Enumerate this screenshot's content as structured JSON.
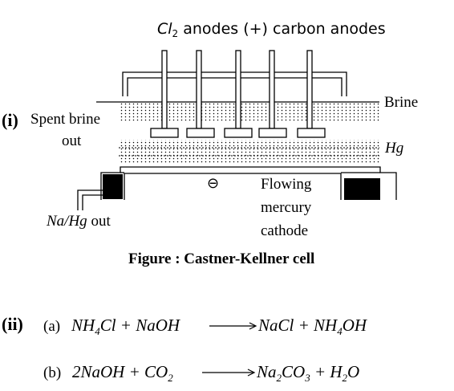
{
  "diagram": {
    "top_label_cl": "Cl",
    "top_label_cl_sub": "2",
    "top_label_rest": " anodes (+) carbon anodes",
    "part_i": "(i)",
    "spent_line1": "Spent brine",
    "spent_line2": "out",
    "brine": "Brine",
    "hg": "Hg",
    "minus_symbol": "⊖",
    "flowing_line1": "Flowing",
    "flowing_line2": "mercury",
    "flowing_line3": "cathode",
    "nahg": "Na/Hg",
    "nahg_out": " out",
    "caption": "Figure : Castner-Kellner cell"
  },
  "equations": {
    "part_ii": "(ii)",
    "a_label": "(a)",
    "a_lhs_1": "NH",
    "a_lhs_1_sub": "4",
    "a_lhs_2": "Cl + NaOH",
    "a_rhs_1": "NaCl + NH",
    "a_rhs_1_sub": "4",
    "a_rhs_2": "OH",
    "b_label": "(b)",
    "b_lhs_1": "2NaOH + CO",
    "b_lhs_1_sub": "2",
    "b_rhs_1": "Na",
    "b_rhs_1_sub": "2",
    "b_rhs_2": "CO",
    "b_rhs_2_sub": "3",
    "b_rhs_3": " + H",
    "b_rhs_3_sub": "2",
    "b_rhs_4": "O"
  }
}
